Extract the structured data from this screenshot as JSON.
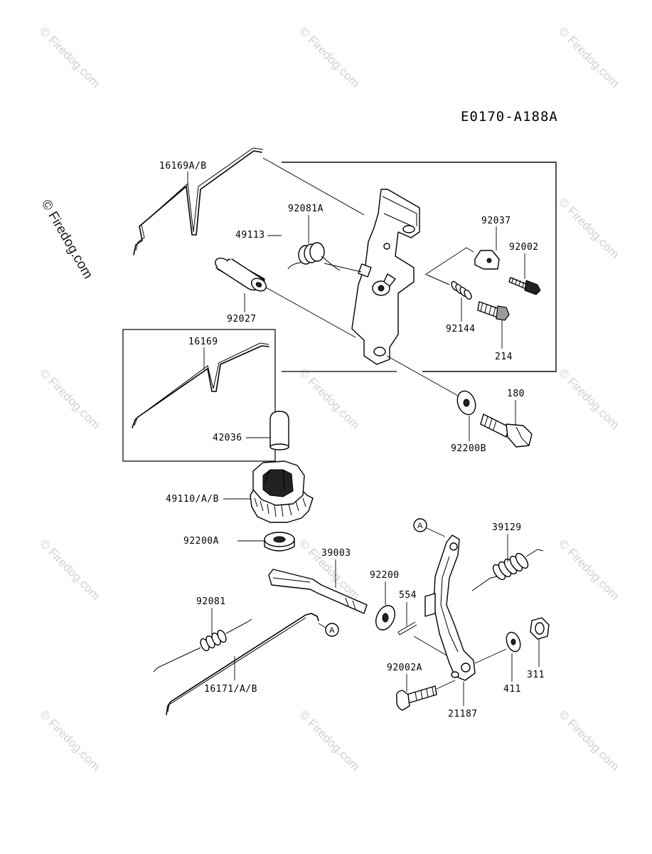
{
  "diagram_code": "E0170-A188A",
  "watermark_side": "© Firedog.com",
  "watermark_tile": "© Firedog.com",
  "callout_ref": "A",
  "labels": {
    "p16169AB": "16169A/B",
    "p92081A": "92081A",
    "p49113": "49113",
    "p92027": "92027",
    "p92037": "92037",
    "p92002": "92002",
    "p92144": "92144",
    "p214": "214",
    "p16169": "16169",
    "p42036": "42036",
    "p180": "180",
    "p92200B": "92200B",
    "p49110AB": "49110/A/B",
    "p92200A": "92200A",
    "p39003": "39003",
    "p92200": "92200",
    "p554": "554",
    "p39129": "39129",
    "p92081": "92081",
    "p16171AB": "16171/A/B",
    "p92002A": "92002A",
    "p21187": "21187",
    "p411": "411",
    "p311": "311"
  }
}
